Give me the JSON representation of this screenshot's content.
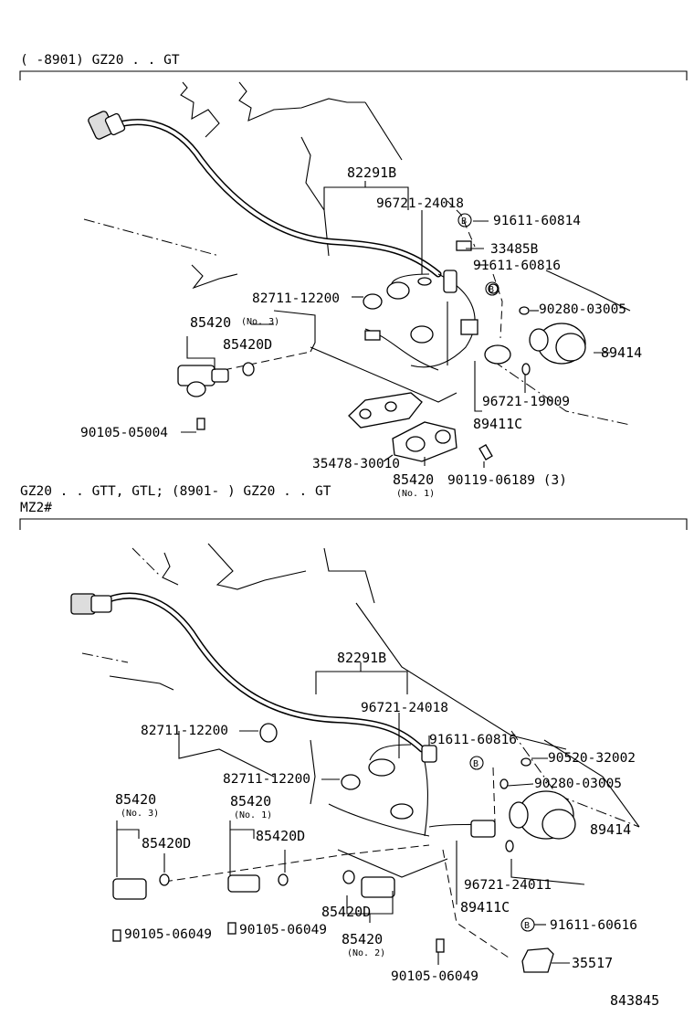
{
  "section1": {
    "header": "(      -8901) GZ20 . . GT",
    "labels": {
      "p82291b": "82291B",
      "p96721_24018": "96721-24018",
      "b_marker": "B",
      "p91611_60814": "91611-60814",
      "p33485b": "33485B",
      "p91611_60816": "91611-60816",
      "b_marker2": "B",
      "p82711_12200": "82711-12200",
      "p90280_03005": "90280-03005",
      "p85420_no3": "85420",
      "no3": "(No. 3)",
      "p85420d": "85420D",
      "p89414": "89414",
      "p96721_19009": "96721-19009",
      "p89411c": "89411C",
      "p90105_05004": "90105-05004",
      "p35478_30010": "35478-30010",
      "p85420_no1": "85420",
      "no1": "(No. 1)",
      "p90119_06189": "90119-06189 (3)"
    }
  },
  "section2": {
    "header_line1": "GZ20 . . GTT, GTL; (8901-         ) GZ20 . . GT",
    "header_line2": "MZ2#",
    "labels": {
      "p82291b": "82291B",
      "p96721_24018": "96721-24018",
      "p82711_12200a": "82711-12200",
      "p91611_60816": "91611-60816",
      "p90520_32002": "90520-32002",
      "b_marker": "B",
      "p82711_12200b": "82711-12200",
      "p90280_03005": "90280-03005",
      "p85420_no3": "85420",
      "no3": "(No. 3)",
      "p85420_no1": "85420",
      "no1": "(No. 1)",
      "p85420d_a": "85420D",
      "p85420d_b": "85420D",
      "p89414": "89414",
      "p96721_24011": "96721-24011",
      "p89411c": "89411C",
      "p91611_60616": "91611-60616",
      "b_marker2": "B",
      "p90105_06049a": "90105-06049",
      "p90105_06049b": "90105-06049",
      "p85420d_c": "85420D",
      "p85420_no2": "85420",
      "no2": "(No. 2)",
      "p90105_06049c": "90105-06049",
      "p35517": "35517"
    }
  },
  "footer": {
    "code": "843845"
  }
}
